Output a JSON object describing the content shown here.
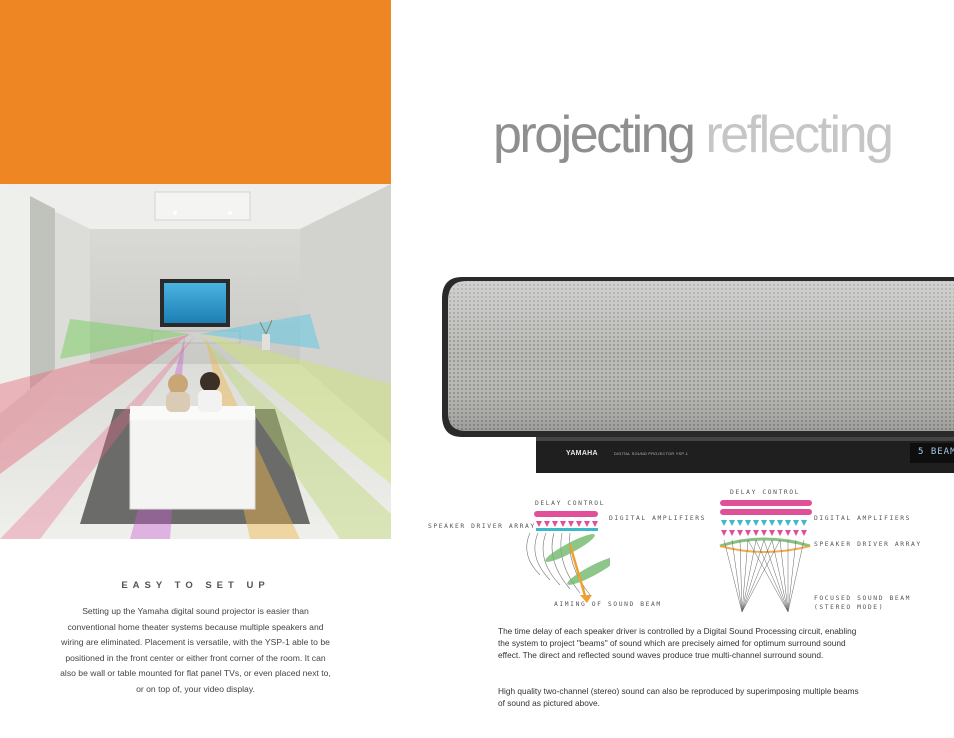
{
  "headline": {
    "word1": "projecting",
    "word2": "reflecting"
  },
  "product": {
    "brand": "YAMAHA",
    "model_text": "DIGITAL SOUND PROJECTOR YSP-1",
    "display_text": "5 BEAM"
  },
  "easy_setup": {
    "title": "EASY TO SET UP",
    "body": "Setting up the Yamaha digital sound projector is easier than conventional home theater systems because multiple speakers and wiring are eliminated. Placement is versatile, with the YSP-1 able to be positioned in the front center or either front corner of the room. It can also be wall or table mounted for flat panel TVs, or even placed next to, or on top of, your video display."
  },
  "diagram_left": {
    "delay_control": "DELAY CONTROL",
    "digital_amplifiers": "DIGITAL AMPLIFIERS",
    "speaker_driver_array": "SPEAKER DRIVER ARRAY",
    "aiming": "AIMING OF SOUND BEAM"
  },
  "diagram_right": {
    "delay_control": "DELAY CONTROL",
    "digital_amplifiers": "DIGITAL AMPLIFIERS",
    "speaker_driver_array": "SPEAKER DRIVER ARRAY",
    "focused_line1": "FOCUSED SOUND BEAM",
    "focused_line2": "(STEREO MODE)"
  },
  "body": {
    "p1": "The time delay of each speaker driver is controlled by a Digital Sound Processing circuit, enabling the system to project \"beams\" of sound which are precisely aimed for optimum surround sound effect. The direct and reflected sound waves produce true multi-channel surround sound.",
    "p2": "High quality two-channel (stereo) sound can also be reproduced by superimposing multiple beams of sound as pictured above."
  },
  "colors": {
    "orange": "#ef8624",
    "delay_pink": "#e0509a",
    "beam_green": "#6fb86a",
    "beam_orange": "#f0a030"
  }
}
